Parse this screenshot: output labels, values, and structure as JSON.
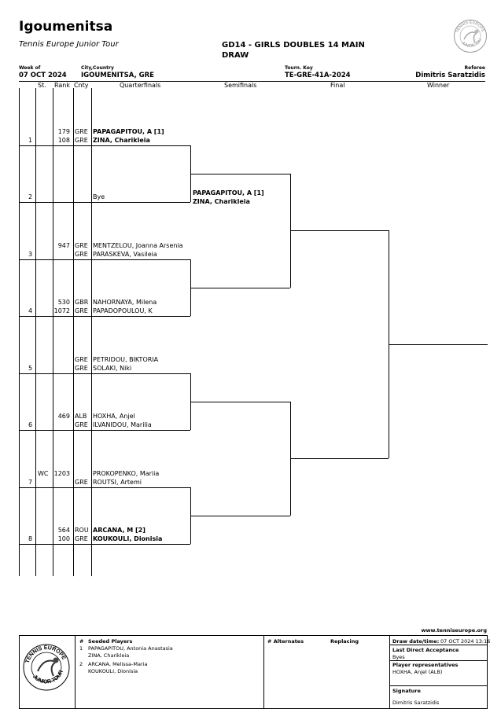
{
  "header": {
    "title": "Igoumenitsa",
    "tour": "Tennis Europe Junior Tour",
    "event": "GD14 - GIRLS DOUBLES 14 MAIN DRAW",
    "week_label": "Week of",
    "week_value": "07 OCT 2024",
    "city_label": "City,Country",
    "city_value": "IGOUMENITSA, GRE",
    "key_label": "Tourn. Key",
    "key_value": "TE-GRE-41A-2024",
    "referee_label": "Referee",
    "referee_value": "Dimitris Saratzidis",
    "logo_text_top": "TENNIS EUROPE",
    "logo_text_bottom": "JUNIOR TOUR"
  },
  "columns": {
    "st": "St.",
    "rank": "Rank",
    "cnty": "Cnty",
    "qf": "Quarterfinals",
    "sf": "Semifinals",
    "final": "Final",
    "winner": "Winner"
  },
  "draw": [
    {
      "num": "1",
      "st": "",
      "p1": {
        "rank": "179",
        "cnty": "GRE",
        "name": "PAPAGAPITOU, A [1]"
      },
      "p2": {
        "rank": "108",
        "cnty": "GRE",
        "name": "ZINA, Charikleia"
      },
      "bold": true
    },
    {
      "num": "2",
      "st": "",
      "p1": {
        "rank": "",
        "cnty": "",
        "name": ""
      },
      "p2": {
        "rank": "",
        "cnty": "",
        "name": "Bye"
      },
      "bold": false
    },
    {
      "num": "3",
      "st": "",
      "p1": {
        "rank": "947",
        "cnty": "GRE",
        "name": "MENTZELOU, Joanna Arsenia"
      },
      "p2": {
        "rank": "",
        "cnty": "GRE",
        "name": "PARASKEVA, Vasileia"
      },
      "bold": false
    },
    {
      "num": "4",
      "st": "",
      "p1": {
        "rank": "530",
        "cnty": "GBR",
        "name": "NAHORNAYA, Milena"
      },
      "p2": {
        "rank": "1072",
        "cnty": "GRE",
        "name": "PAPADOPOULOU, K"
      },
      "bold": false
    },
    {
      "num": "5",
      "st": "",
      "p1": {
        "rank": "",
        "cnty": "GRE",
        "name": "PETRIDOU, BIKTORIA"
      },
      "p2": {
        "rank": "",
        "cnty": "GRE",
        "name": "SOLAKI, Niki"
      },
      "bold": false
    },
    {
      "num": "6",
      "st": "",
      "p1": {
        "rank": "469",
        "cnty": "ALB",
        "name": "HOXHA, Anjel"
      },
      "p2": {
        "rank": "",
        "cnty": "GRE",
        "name": "ILVANIDOU, Marilia"
      },
      "bold": false
    },
    {
      "num": "7",
      "st": "WC",
      "p1": {
        "rank": "1203",
        "cnty": "",
        "name": "PROKOPENKO, Mariia"
      },
      "p2": {
        "rank": "",
        "cnty": "GRE",
        "name": "ROUTSI, Artemi"
      },
      "bold": false
    },
    {
      "num": "8",
      "st": "",
      "p1": {
        "rank": "564",
        "cnty": "ROU",
        "name": "ARCANA, M [2]"
      },
      "p2": {
        "rank": "100",
        "cnty": "GRE",
        "name": "KOUKOULI, Dionisia"
      },
      "bold": true
    }
  ],
  "semifinal_advance": {
    "line1": "PAPAGAPITOU, A [1]",
    "line2": "ZINA, Charikleia"
  },
  "footer": {
    "website": "www.tenniseurope.org",
    "seeded_hash": "#",
    "seeded_title": "Seeded Players",
    "seeds": [
      {
        "num": "1",
        "line1": "PAPAGAPITOU, Antonia Anastasia",
        "line2": "ZINA, Charikleia"
      },
      {
        "num": "2",
        "line1": "ARCANA, Melissa-Maria",
        "line2": "KOUKOULI, Dionisia"
      }
    ],
    "alternates_title": "# Alternates",
    "replacing_title": "Replacing",
    "draw_date_label": "Draw date/time:",
    "draw_date_value": "07 OCT 2024 13:16",
    "lda_label": "Last Direct Acceptance",
    "lda_value": "Byes",
    "reps_label": "Player representatives",
    "reps_value": "HOXHA, Anjel (ALB)",
    "signature_label": "Signature",
    "signature_value": "Dimitris Saratzidis"
  }
}
